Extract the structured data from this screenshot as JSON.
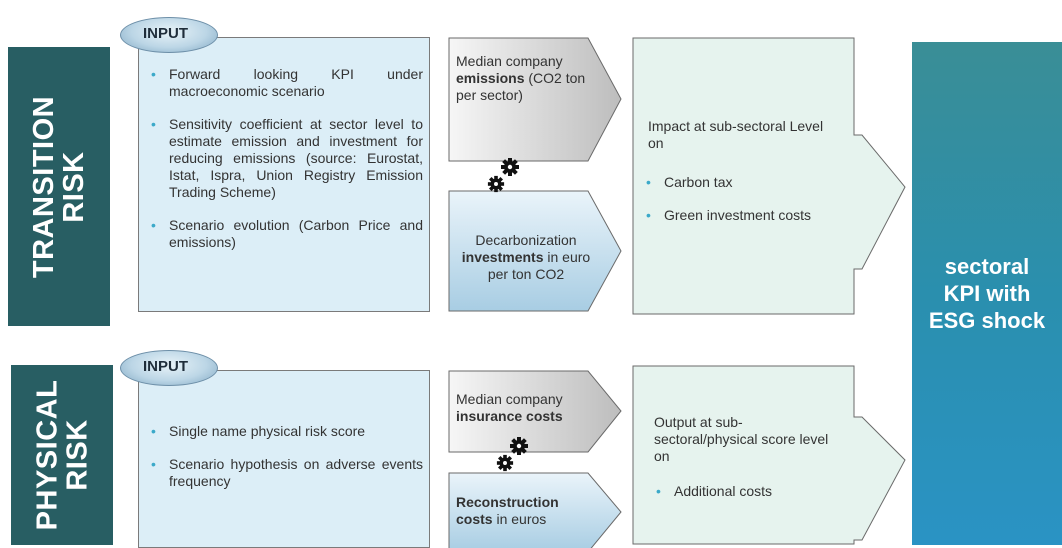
{
  "transition": {
    "label_line1": "TRANSITION",
    "label_line2": "RISK",
    "input_title": "INPUT",
    "inputs": [
      "Forward looking KPI under macroeconomic scenario",
      "Sensitivity coefficient at sector level to estimate emission and investment for reducing emissions (source: Eurostat, Istat, Ispra, Union Registry Emission Trading Scheme)",
      "Scenario evolution (Carbon Price and emissions)"
    ],
    "chevron1": {
      "pre": "Median company ",
      "bold": "emissions",
      "post": " (CO2 ton per sector)"
    },
    "chevron2": {
      "pre": "Decarbonization ",
      "bold": "investments",
      "post": " in euro per ton CO2"
    },
    "impact_intro": "Impact at sub-sectoral Level on",
    "impacts": [
      "Carbon tax",
      "Green investment costs"
    ]
  },
  "physical": {
    "label_line1": "PHYSICAL",
    "label_line2": "RISK",
    "input_title": "INPUT",
    "inputs": [
      "Single name physical risk score",
      "Scenario hypothesis on adverse events frequency"
    ],
    "chevron1": {
      "pre": "Median company ",
      "bold": "insurance costs",
      "post": ""
    },
    "chevron2": {
      "pre": "",
      "bold": "Reconstruction costs",
      "post": " in euros"
    },
    "impact_intro": "Output at sub-sectoral/physical score level on",
    "impacts": [
      "Additional costs"
    ]
  },
  "kpi": {
    "line1": "sectoral",
    "line2": "KPI with",
    "line3": "ESG shock"
  },
  "colors": {
    "side_label": "#285e63",
    "input_bg": "#dceef7",
    "impact_bg": "#e8f5ef",
    "bullet": "#3ba9c9",
    "kpi_top": "#3a8e96",
    "kpi_bottom": "#2a93c4"
  }
}
